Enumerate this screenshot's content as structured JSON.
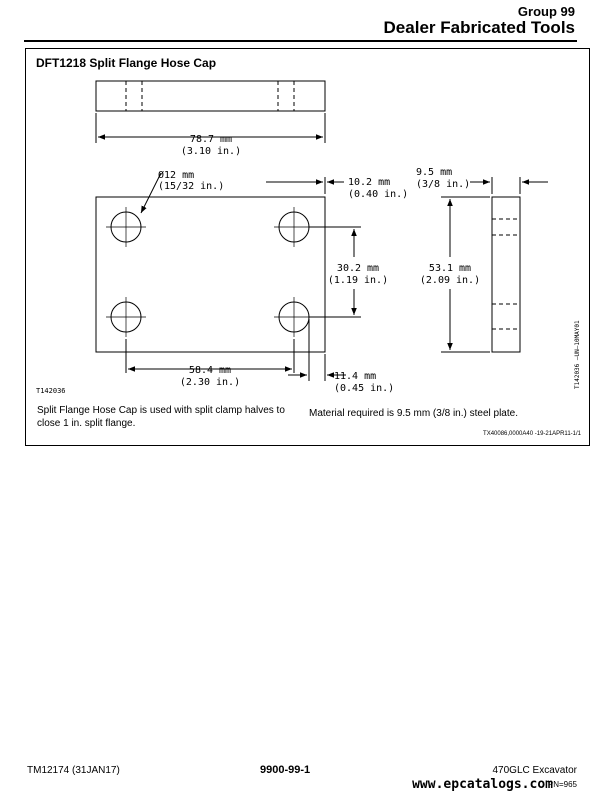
{
  "header": {
    "group": "Group 99",
    "title": "Dealer Fabricated Tools"
  },
  "section": {
    "title": "DFT1218 Split Flange Hose Cap"
  },
  "drawing": {
    "length_mm": "78.7 mm",
    "length_in": "(3.10 in.)",
    "hole_mm": "Ø12 mm",
    "hole_in": "(15/32 in.)",
    "edge_top_mm": "10.2 mm",
    "edge_top_in": "(0.40 in.)",
    "thickness_mm": "9.5 mm",
    "thickness_in": "(3/8 in.)",
    "hole_spacing_v_mm": "30.2 mm",
    "hole_spacing_v_in": "(1.19 in.)",
    "height_mm": "53.1 mm",
    "height_in": "(2.09 in.)",
    "hole_spacing_h_mm": "58.4 mm",
    "hole_spacing_h_in": "(2.30 in.)",
    "edge_bottom_mm": "11.4 mm",
    "edge_bottom_in": "(0.45 in.)",
    "drawing_id": "T142036",
    "side_label": "T142036 —UN—10MAY01"
  },
  "description": {
    "usage": "Split Flange Hose Cap is used with split clamp halves to close 1 in. split flange.",
    "material": "Material required is 9.5 mm (3/8 in.) steel plate."
  },
  "figure_ref": "TX40086,0000A40 -19-21APR11-1/1",
  "footer": {
    "manual": "TM12174 (31JAN17)",
    "page": "9900-99-1",
    "model": "470GLC Excavator",
    "website": "www.epcatalogs.com",
    "page_num": "PN=965"
  }
}
